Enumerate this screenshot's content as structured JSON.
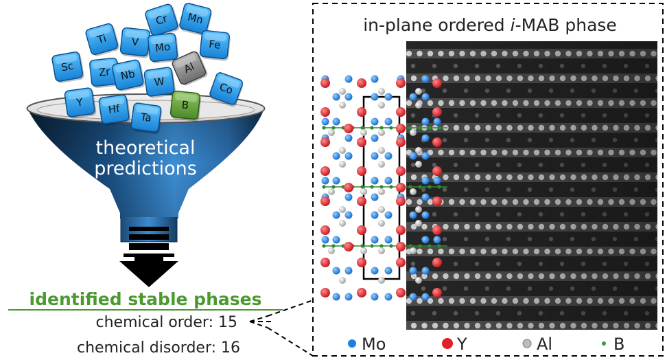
{
  "elements": [
    "Cr",
    "Mn",
    "Ti",
    "V",
    "Mo",
    "Fe",
    "Sc",
    "Zr",
    "Nb",
    "W",
    "Al",
    "Co",
    "Y",
    "Hf",
    "Ta",
    "B"
  ],
  "funnel_text": [
    "theoretical",
    "predictions"
  ],
  "result_title": "identified stable phases",
  "results": [
    {
      "label": "chemical order: 15"
    },
    {
      "label": "chemical disorder: 16"
    }
  ],
  "panel_title_pre": "in-plane ordered ",
  "panel_title_italic": "i",
  "panel_title_post": "-MAB phase",
  "legend": [
    {
      "symbol": "Mo",
      "color": "#1e7fe0"
    },
    {
      "symbol": "Y",
      "color": "#e01f26"
    },
    {
      "symbol": "Al",
      "color": "#bdbdbd"
    },
    {
      "symbol": "B",
      "color": "#3a9a3a"
    }
  ],
  "colors": {
    "element_cube": "#2b9be8",
    "al_cube": "#8c8c8c",
    "b_cube": "#5f9f3b",
    "green_title": "#4b9a2e"
  }
}
